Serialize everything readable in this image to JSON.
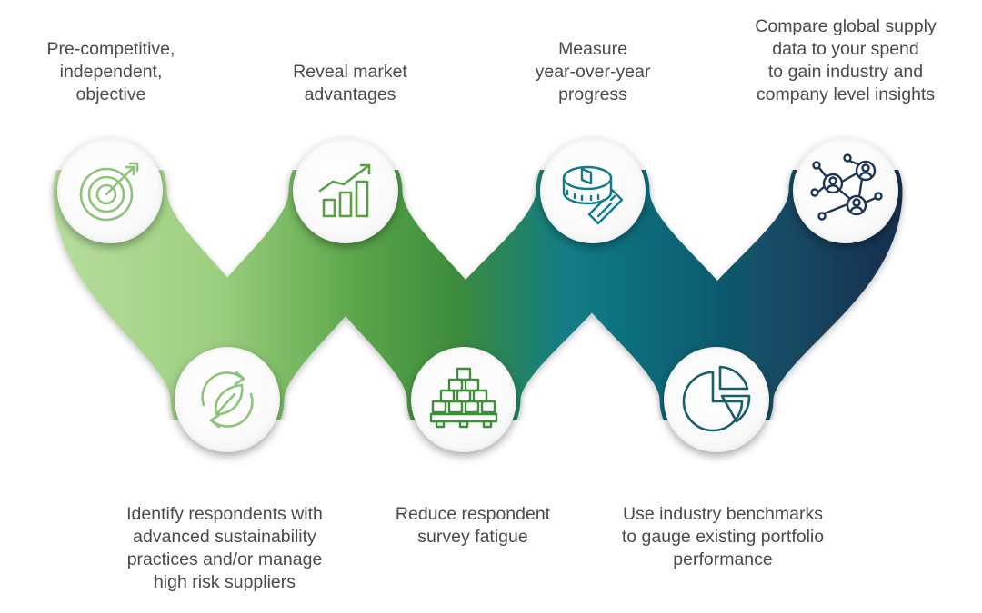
{
  "steps": [
    {
      "text_lines": [
        "Pre-competitive,",
        "independent,",
        "objective"
      ],
      "icon": "target-icon",
      "color": "#9ccf8a"
    },
    {
      "text_lines": [
        "Identify respondents with",
        "advanced sustainability",
        "practices and/or manage",
        "high risk suppliers"
      ],
      "icon": "recycle-leaf-icon",
      "color": "#a8d592"
    },
    {
      "text_lines": [
        "Reveal market",
        "advantages"
      ],
      "icon": "growth-chart-icon",
      "color": "#6ab04c"
    },
    {
      "text_lines": [
        "Reduce respondent",
        "survey fatigue"
      ],
      "icon": "stacked-boxes-icon",
      "color": "#3f8f3a"
    },
    {
      "text_lines": [
        "Measure",
        "year-over-year",
        "progress"
      ],
      "icon": "measuring-tape-icon",
      "color": "#117a8b"
    },
    {
      "text_lines": [
        "Use industry benchmarks",
        "to gauge existing portfolio",
        "performance"
      ],
      "icon": "pie-chart-icon",
      "color": "#145e70"
    },
    {
      "text_lines": [
        "Compare global supply",
        "data to your spend",
        "to gain industry and",
        "company level insights"
      ],
      "icon": "network-people-icon",
      "color": "#1c3555"
    }
  ]
}
